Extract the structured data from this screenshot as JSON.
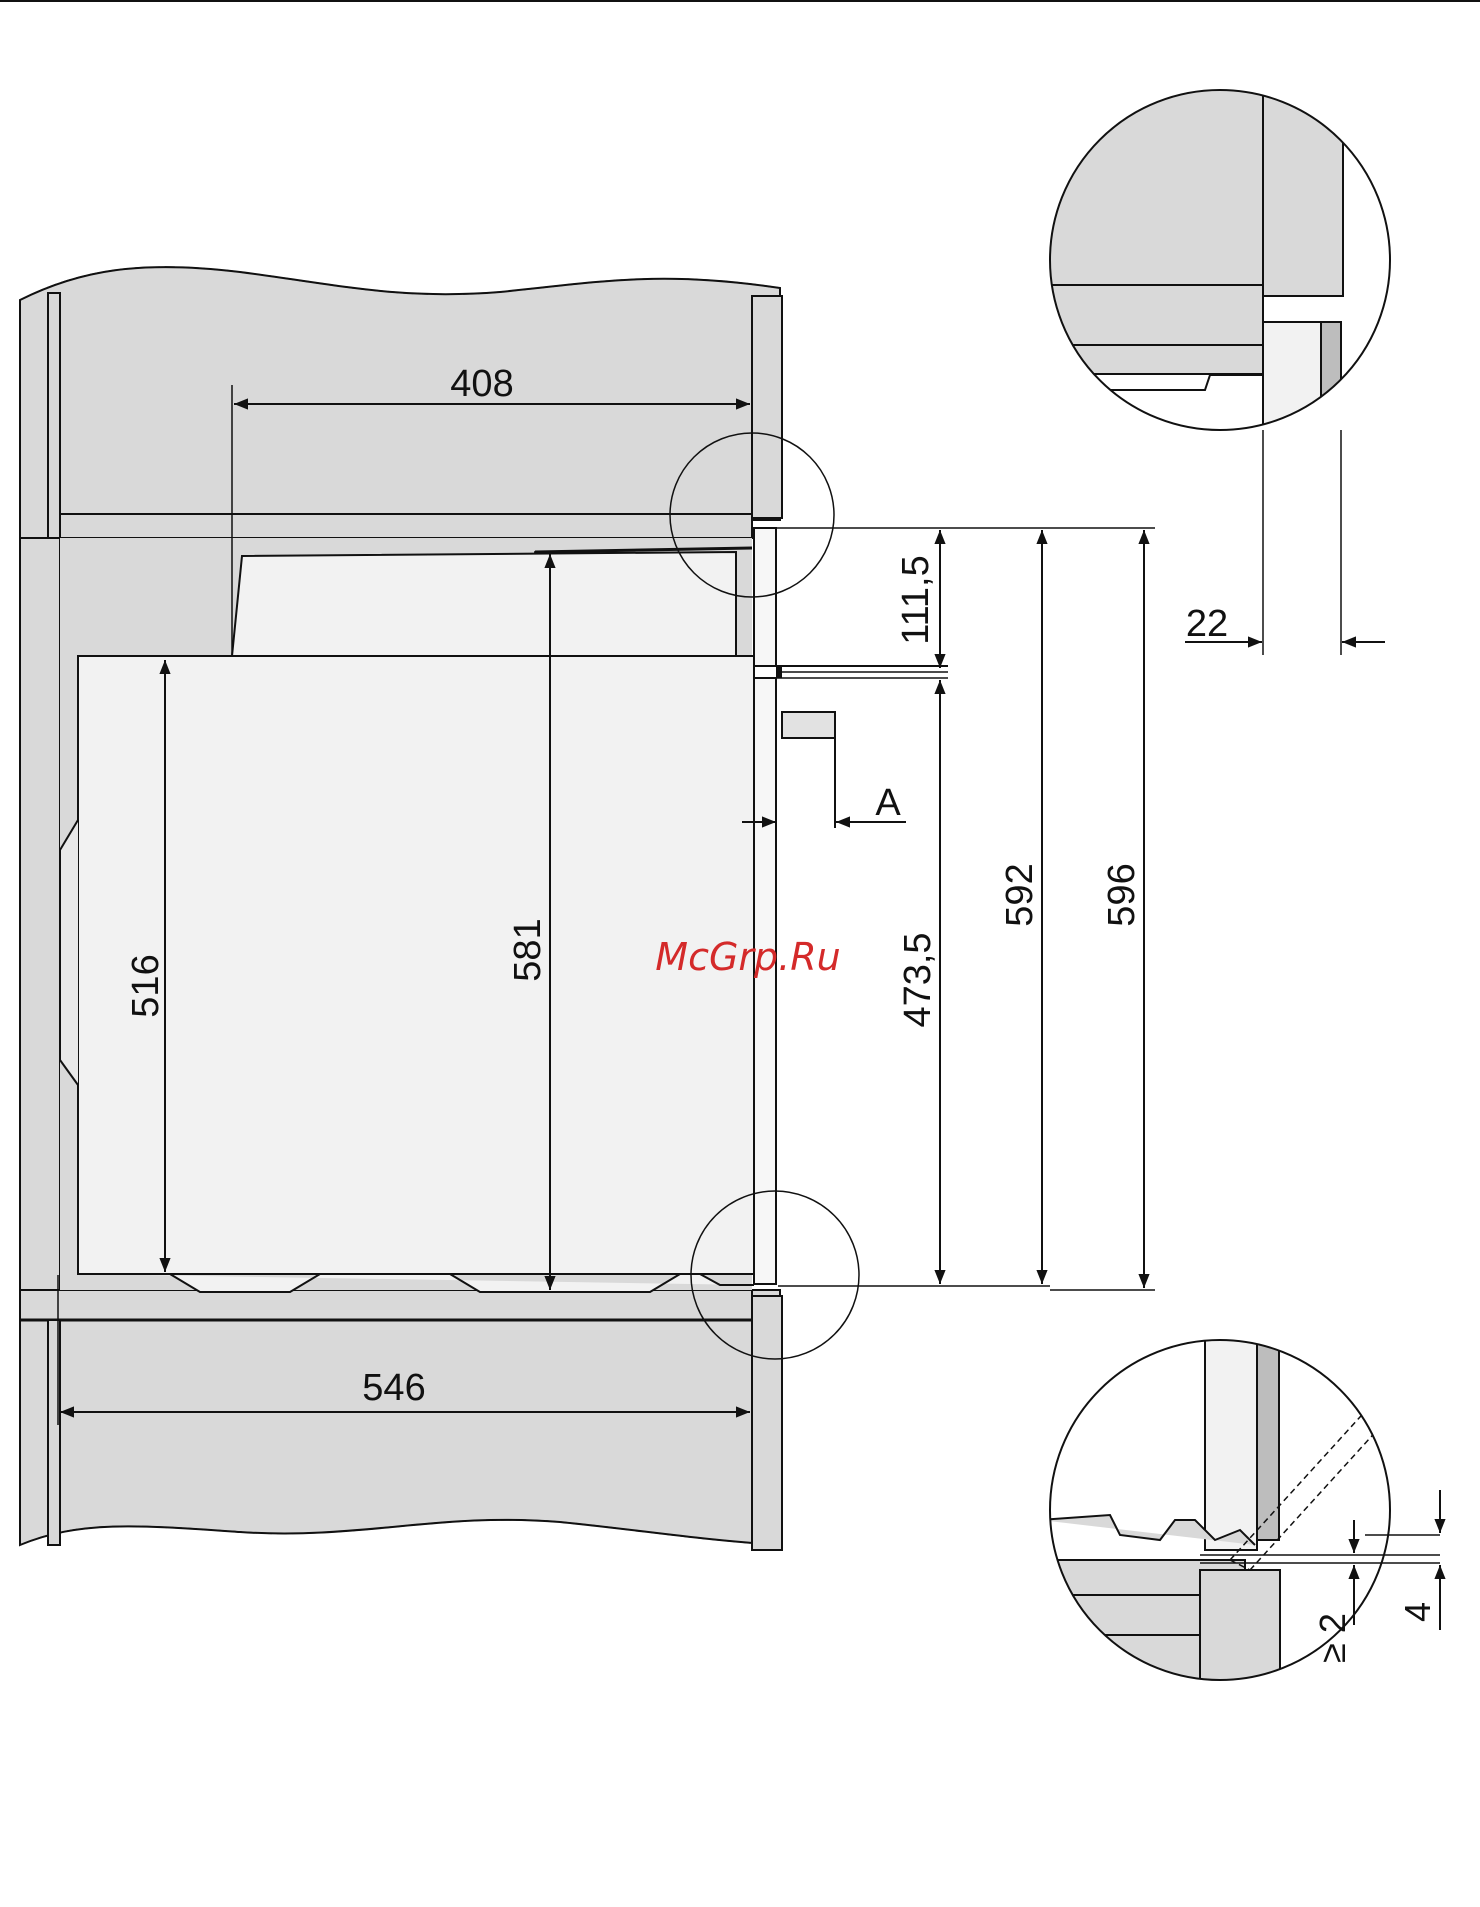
{
  "labels": {
    "d408": "408",
    "d546": "546",
    "d516": "516",
    "d581": "581",
    "d111": "111,5",
    "d473": "473,5",
    "d592": "592",
    "d596": "596",
    "a": "A",
    "d22": "22",
    "d2": "≥ 2",
    "d4": "4"
  },
  "watermark": "McGrp.Ru",
  "colors": {
    "cabinet": "#d9d9d9",
    "appliance": "#f2f2f2",
    "watermark": "#d42a2a"
  }
}
